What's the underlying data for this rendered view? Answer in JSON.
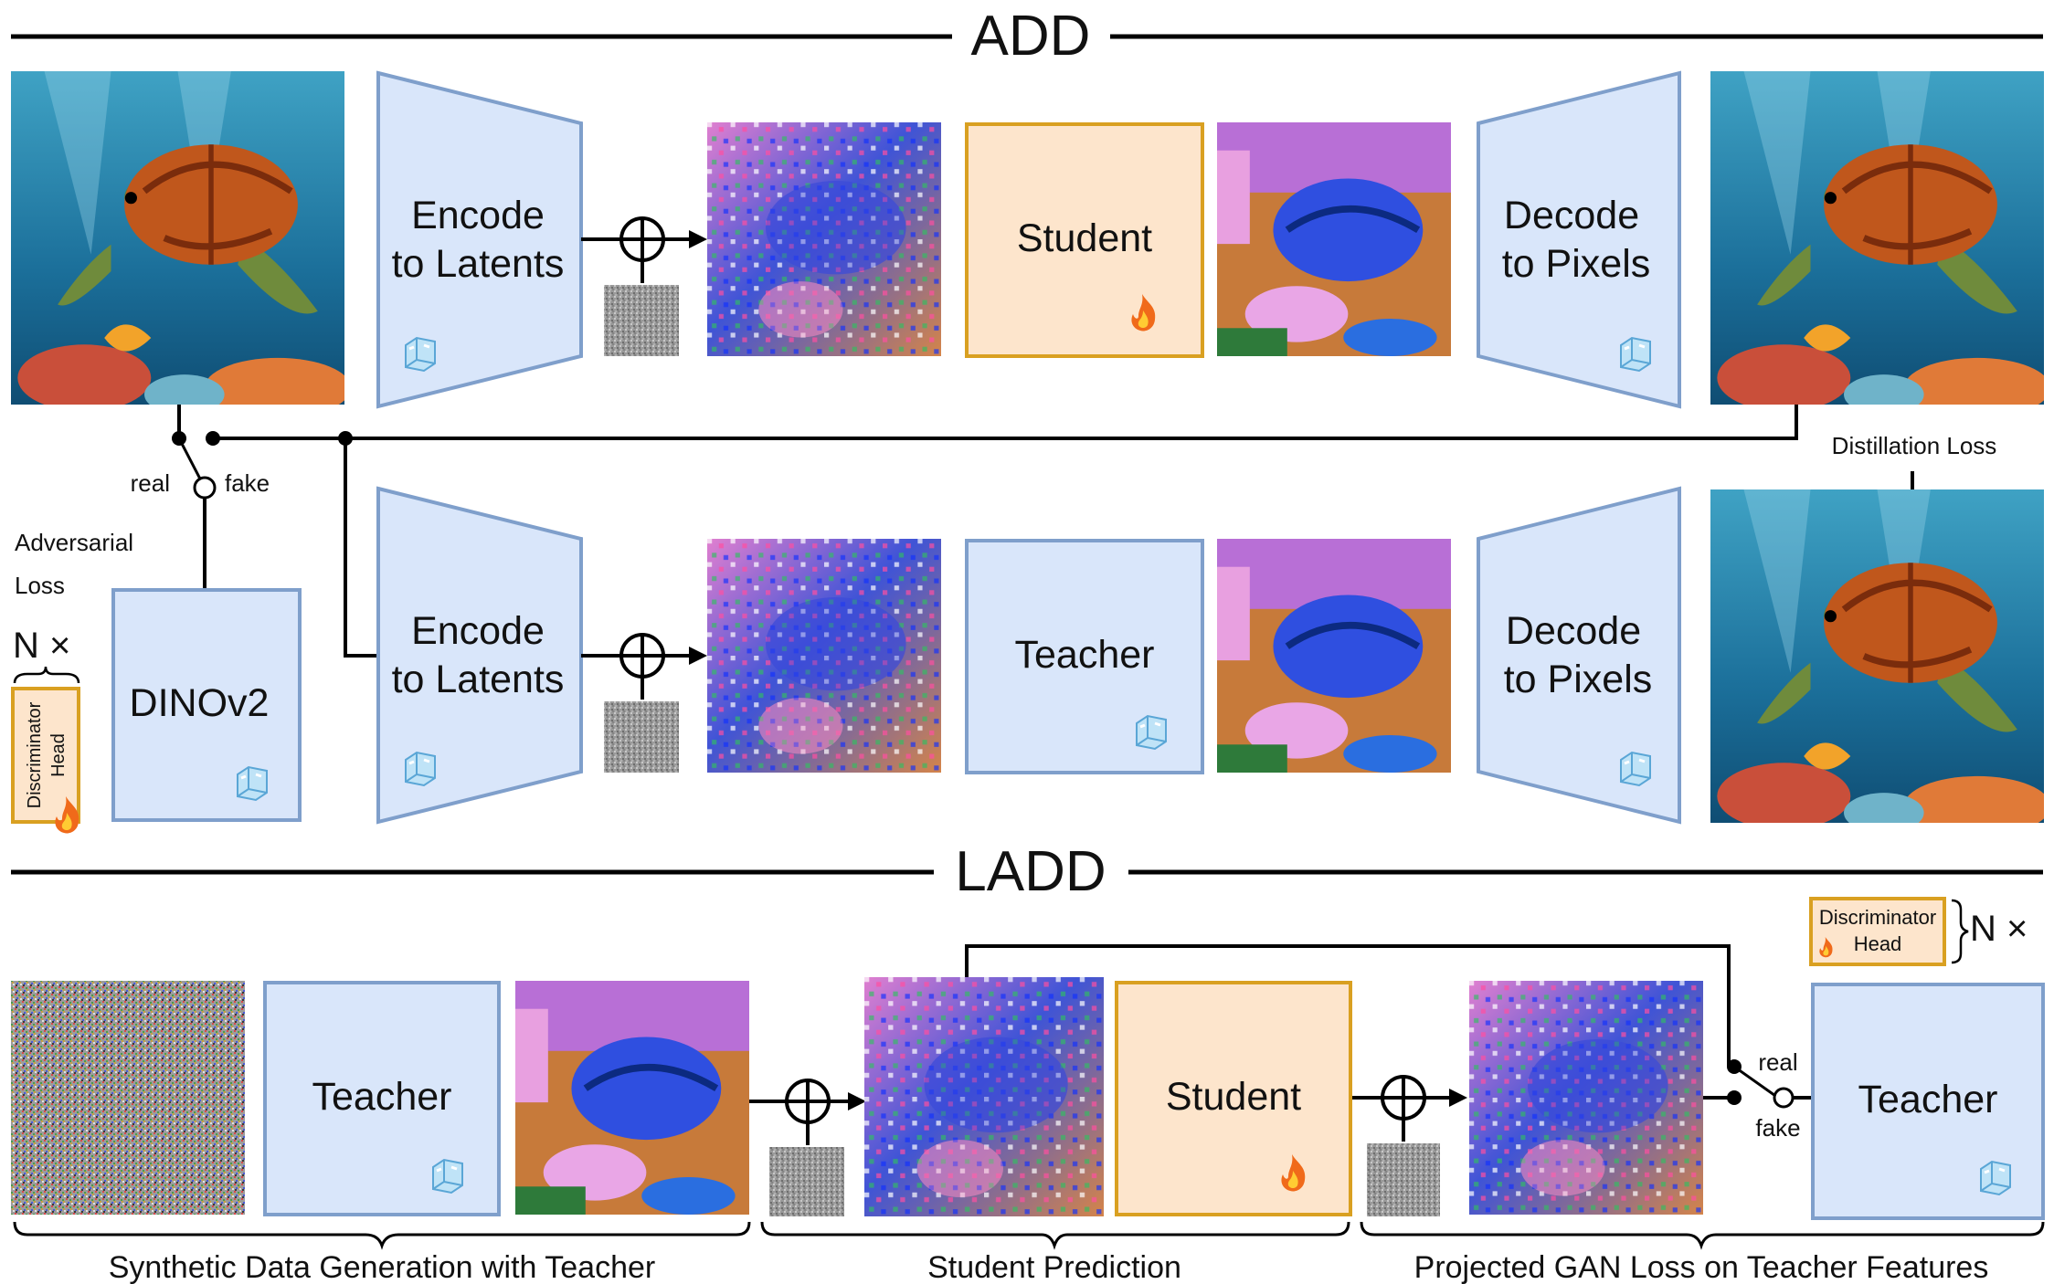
{
  "sections": {
    "top_title": "ADD",
    "bottom_title": "LADD"
  },
  "add": {
    "student_encoder": {
      "line1": "Encode",
      "line2": "to Latents"
    },
    "student_model": "Student",
    "student_decoder": {
      "line1": "Decode",
      "line2": "to Pixels"
    },
    "teacher_encoder": {
      "line1": "Encode",
      "line2": "to Latents"
    },
    "teacher_model": "Teacher",
    "teacher_decoder": {
      "line1": "Decode",
      "line2": "to Pixels"
    },
    "distillation_loss": "Distillation Loss",
    "switch_real": "real",
    "switch_fake": "fake",
    "adversarial_loss": {
      "line1": "Adversarial",
      "line2": "Loss"
    },
    "n_times": "N ×",
    "discriminator_head": {
      "line1": "Discriminator",
      "line2": "Head"
    },
    "dinov2": "DINOv2"
  },
  "ladd": {
    "teacher_gen": "Teacher",
    "student_model": "Student",
    "teacher_features": "Teacher",
    "switch_real": "real",
    "switch_fake": "fake",
    "discriminator_head": {
      "line1": "Discriminator",
      "line2": "Head"
    },
    "n_times": "N ×",
    "captions": {
      "synthetic": "Synthetic Data Generation with Teacher",
      "student_prediction": "Student Prediction",
      "projected_gan": "Projected GAN Loss on Teacher Features"
    }
  },
  "colors": {
    "frozen_fill": "#d9e6fa",
    "frozen_stroke": "#7f9fcb",
    "trainable_fill": "#fde5cc",
    "trainable_stroke": "#d9a021",
    "line": "#000000"
  },
  "icons": [
    "ice-cube-icon",
    "flame-icon",
    "noise-square-icon",
    "plus-circle-icon"
  ]
}
